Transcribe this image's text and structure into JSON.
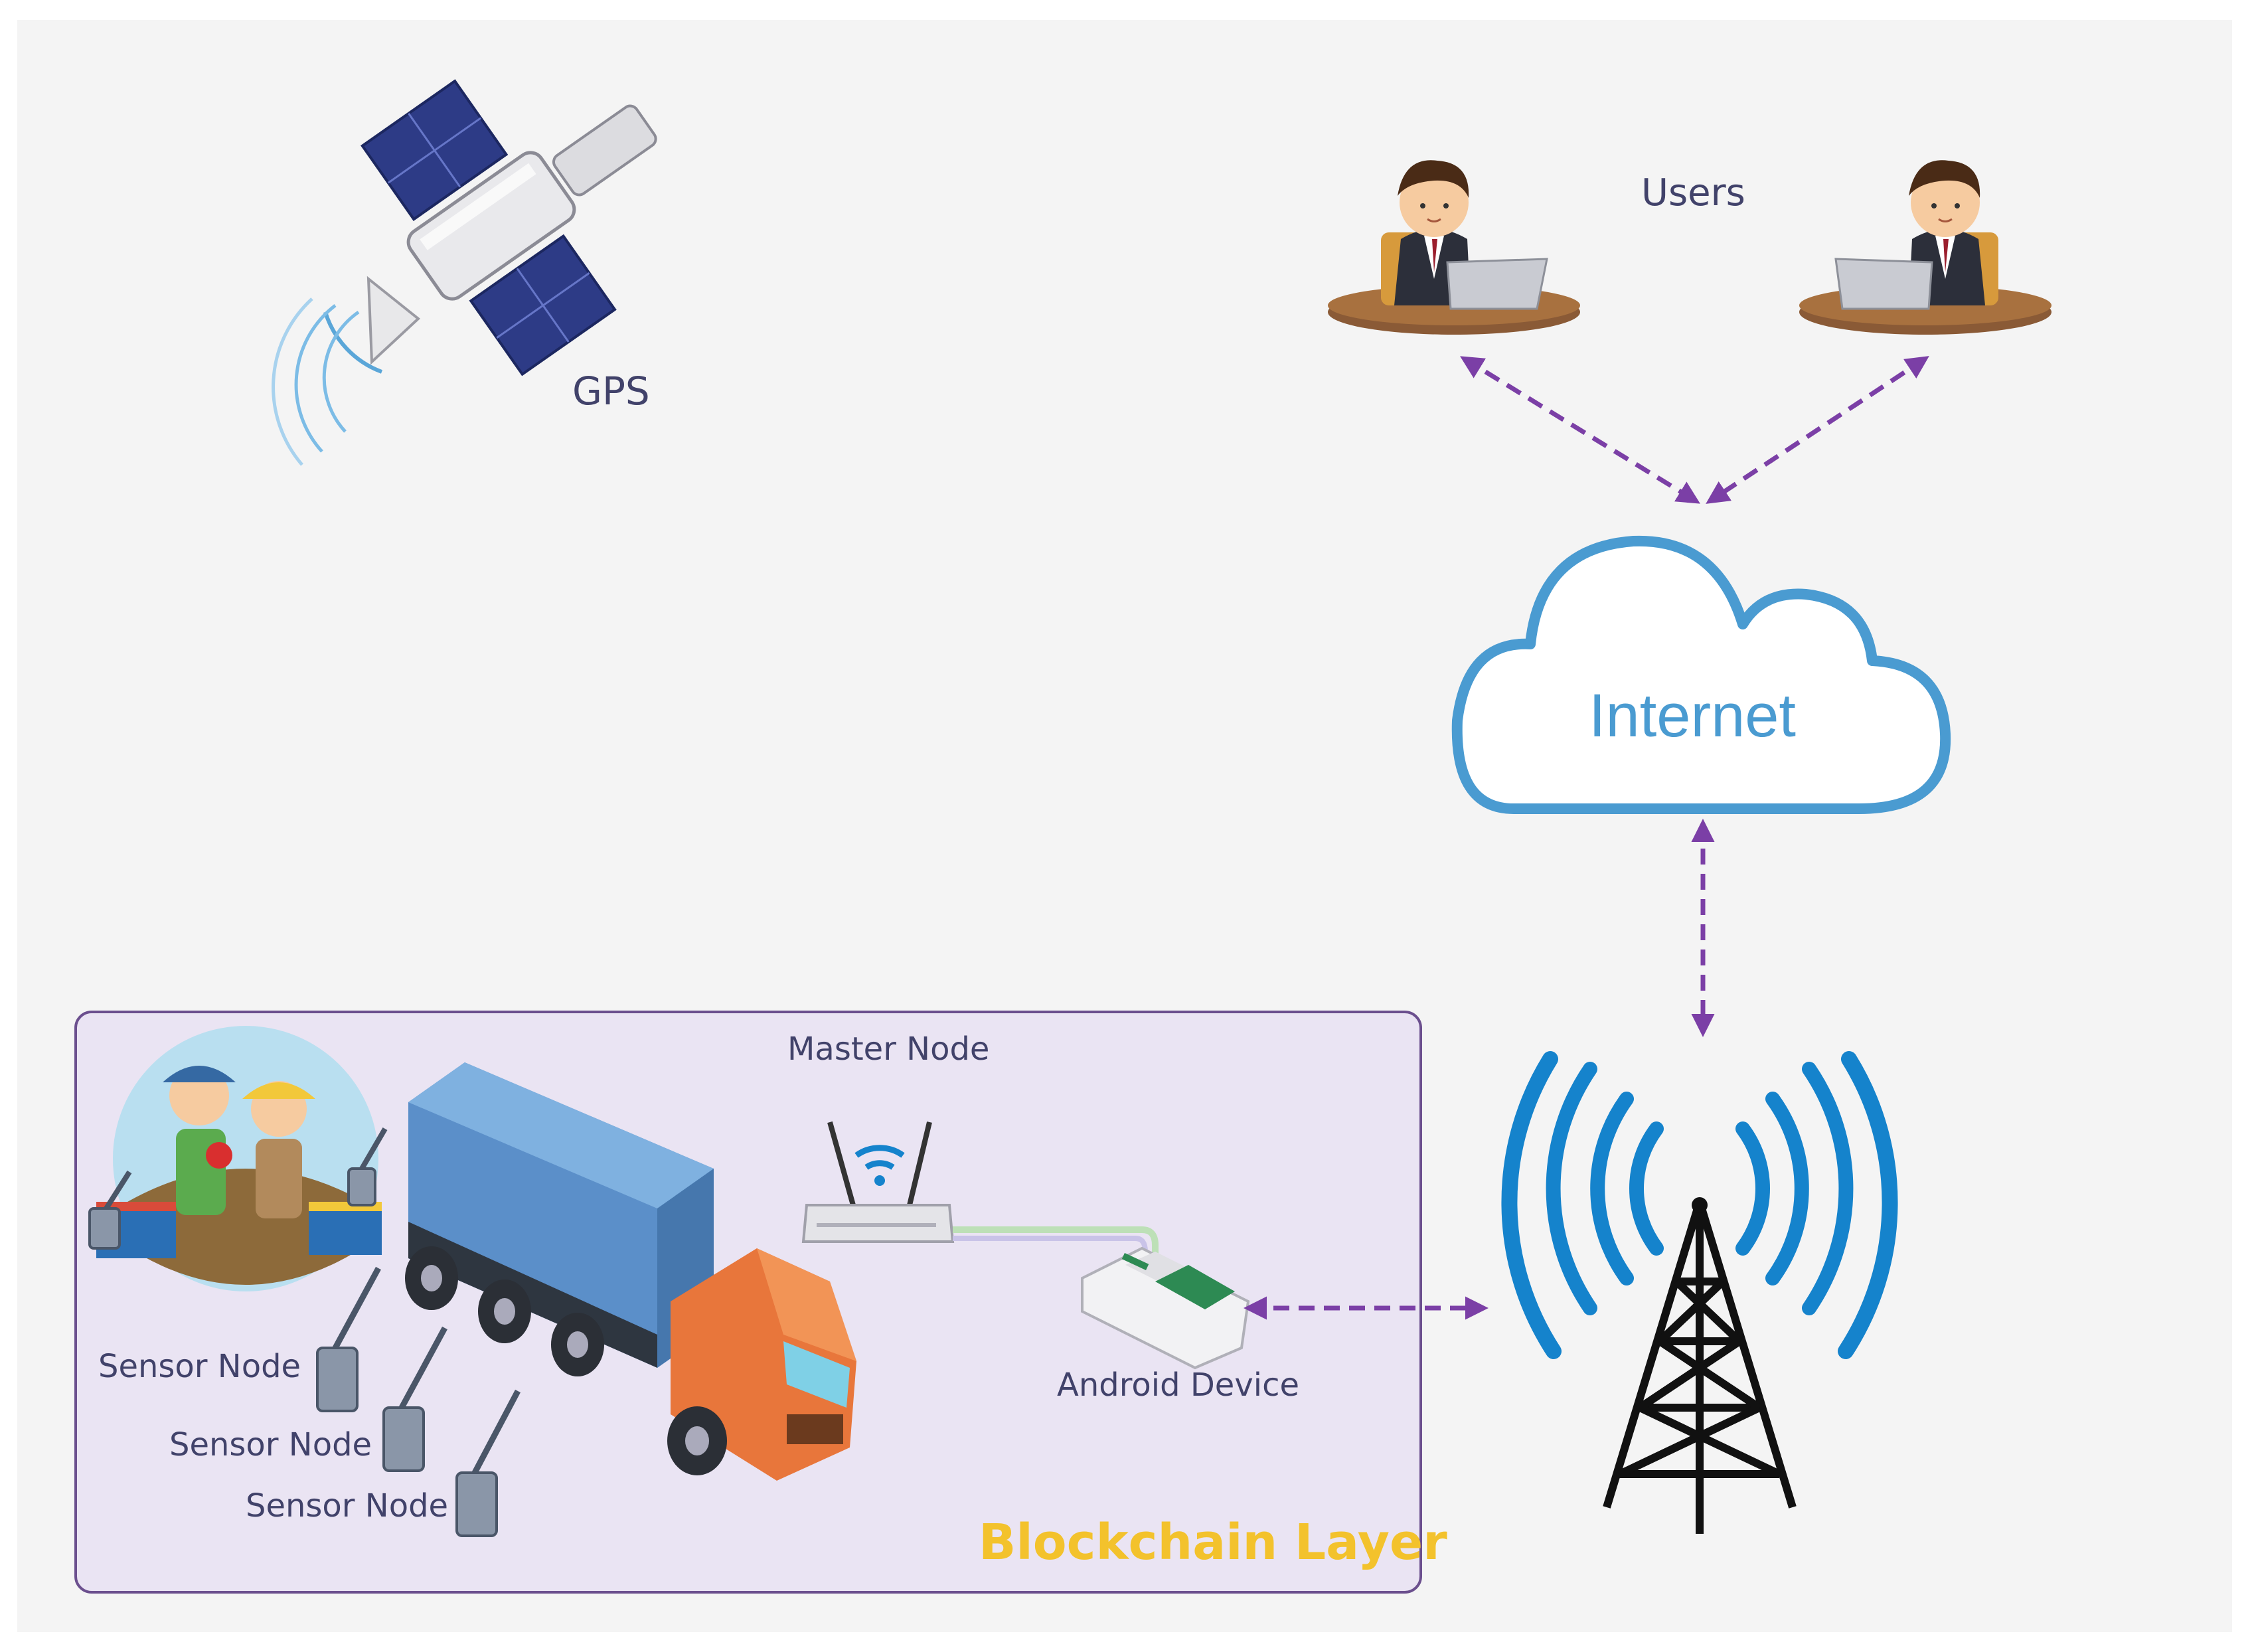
{
  "labels": {
    "gps": "GPS",
    "users": "Users",
    "internet": "Internet",
    "master_node": "Master Node",
    "android_device": "Android Device",
    "sensor_nodes": [
      "Sensor Node",
      "Sensor Node",
      "Sensor Node"
    ],
    "blockchain_layer": "Blockchain Layer"
  },
  "icons": [
    "satellite-icon",
    "user-icon",
    "user-icon",
    "cloud-icon",
    "cell-tower-icon",
    "router-icon",
    "pos-terminal-icon",
    "truck-icon",
    "farmers-icon",
    "sensor-icon"
  ],
  "colors": {
    "arrow": "#7b3fa6",
    "cloud": "#4a9bd1",
    "tower_waves": "#1583cc",
    "layer_fill": "#eae4f3",
    "layer_border": "#6b4f8e",
    "blockchain_label": "#f3c22c"
  }
}
